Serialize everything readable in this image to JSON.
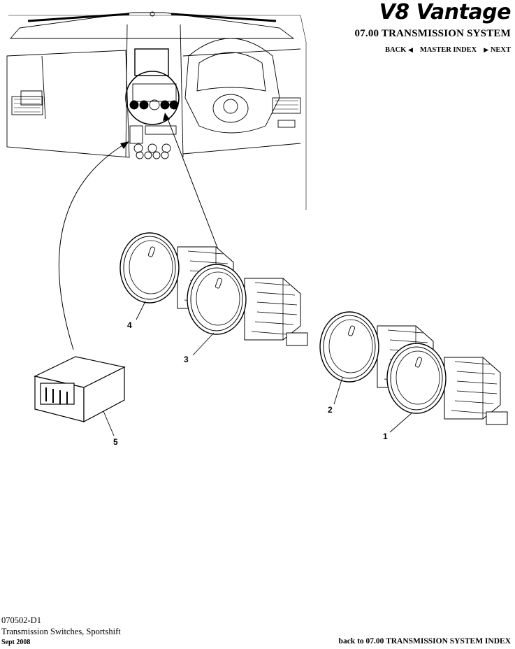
{
  "header": {
    "brand": "V8 Vantage",
    "section_title": "07.00 TRANSMISSION SYSTEM",
    "nav": {
      "back": "BACK",
      "master_index": "MASTER INDEX",
      "next": "NEXT"
    }
  },
  "diagram": {
    "callouts": [
      "1",
      "2",
      "3",
      "4",
      "5"
    ]
  },
  "footer": {
    "code": "070502-D1",
    "description": "Transmission Switches, Sportshift",
    "date": "Sept 2008",
    "index_link": "back to 07.00 TRANSMISSION SYSTEM INDEX"
  }
}
